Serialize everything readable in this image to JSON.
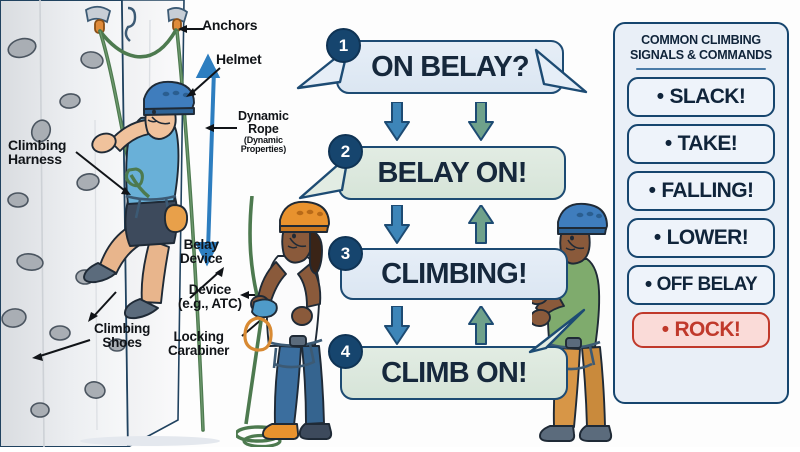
{
  "illustration": {
    "labels": [
      {
        "id": "anchors",
        "text": "Anchors"
      },
      {
        "id": "helmet",
        "text": "Helmet"
      },
      {
        "id": "dynamic-rope",
        "text": "Dynamic",
        "text2": "Rope",
        "sub": "(Dynamic",
        "sub2": "Properties)"
      },
      {
        "id": "climbing-harness",
        "text": "Climbing",
        "text2": "Harness"
      },
      {
        "id": "belay-device",
        "text": "Belay",
        "text2": "Device"
      },
      {
        "id": "device-atc",
        "text": "Device",
        "text2": "(e.g., ATC)"
      },
      {
        "id": "locking-carabiner",
        "text": "Locking",
        "text2": "Carabiner"
      },
      {
        "id": "climbing-shoes",
        "text": "Climbing",
        "text2": "Shoes"
      }
    ],
    "figures": {
      "wall_climber": "climber-on-wall",
      "belayer": "belayer-standing",
      "ground_climber": "climber-ready"
    }
  },
  "flow": {
    "steps": [
      {
        "number": "1",
        "text": "ON BELAY?",
        "speaker": "climber",
        "tone": "blue"
      },
      {
        "number": "2",
        "text": "BELAY ON!",
        "speaker": "belayer",
        "tone": "green"
      },
      {
        "number": "3",
        "text": "CLIMBING!",
        "speaker": "climber",
        "tone": "blue"
      },
      {
        "number": "4",
        "text": "CLIMB ON!",
        "speaker": "belayer",
        "tone": "green"
      }
    ],
    "arrows": [
      {
        "from": "1",
        "to": "2",
        "left": "down",
        "right": "down"
      },
      {
        "from": "2",
        "to": "3",
        "left": "down",
        "right": "up"
      },
      {
        "from": "3",
        "to": "4",
        "left": "down",
        "right": "up"
      }
    ]
  },
  "signals": {
    "title_line1": "COMMON CLIMBING",
    "title_line2": "SIGNALS & COMMANDS",
    "items": [
      {
        "label": "SLACK!",
        "alert": false
      },
      {
        "label": "TAKE!",
        "alert": false
      },
      {
        "label": "FALLING!",
        "alert": false
      },
      {
        "label": "LOWER!",
        "alert": false
      },
      {
        "label": "OFF BELAY",
        "alert": false
      },
      {
        "label": "ROCK!",
        "alert": true
      }
    ]
  },
  "colors": {
    "navy": "#16456e",
    "text_navy": "#10243a",
    "bubble_blue": "#e6eef7",
    "bubble_green": "#e2ece3",
    "arrow_blue": "#3d85b8",
    "arrow_green": "#6fa18b",
    "alert_red": "#c0392b",
    "alert_bg": "#fadbd8",
    "panel_bg": "#e9eff7",
    "rope_green": "#4d7a4f",
    "helmet_blue": "#3f7dbd",
    "helmet_orange": "#e8922e"
  }
}
